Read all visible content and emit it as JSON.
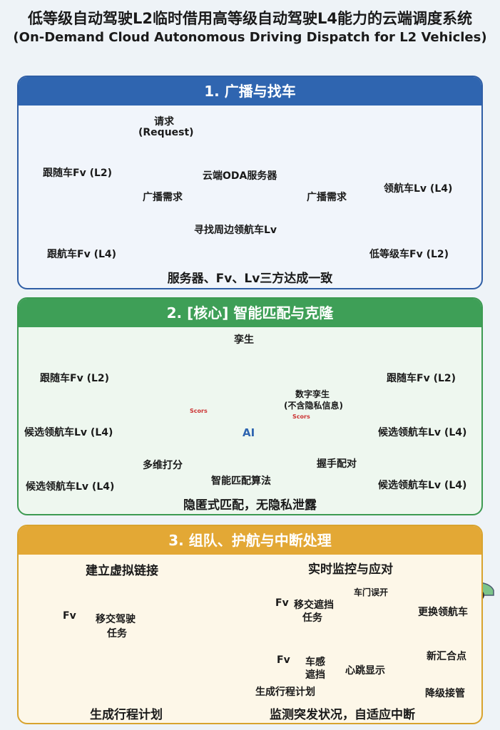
{
  "header": {
    "title": "低等级自动驾驶L2临时借用高等级自动驾驶L4能力的云端调度系统",
    "subtitle": "(On-Demand Cloud Autonomous Driving Dispatch for L2 Vehicles)"
  },
  "section1": {
    "heading": "1. 广播与找车",
    "follower_l2": "跟随车Fv (L2)",
    "request": "请求",
    "request_en": "(Request)",
    "server": "云端ODA服务器",
    "leader_l4": "领航车Lv (L4)",
    "broadcast_left": "广播需求",
    "broadcast_right": "广播需求",
    "find_nearby": "寻找周边领航车Lv",
    "follower_l4": "跟航车Fv (L4)",
    "low_level": "低等级车Fv (L2)",
    "agreement": "服务器、Fv、Lv三方达成一致"
  },
  "section2": {
    "heading": "2. [核心] 智能匹配与克隆",
    "left_items": [
      "跟随车Fv (L2)",
      "候选领航车Lv (L4)",
      "候选领航车Lv (L4)"
    ],
    "right_items": [
      "跟随车Fv (L2)",
      "候选领航车Lv (L4)",
      "候选领航车Lv (L4)"
    ],
    "twin": "孪生",
    "digital_twin": "数字孪生",
    "digital_twin_note": "(不含隐私信息)",
    "multi_score": "多维打分",
    "ai": "AI",
    "algorithm": "智能匹配算法",
    "handshake": "握手配对",
    "score_tag": "Scors",
    "footer": "隐匿式匹配，无隐私泄露"
  },
  "section3": {
    "heading": "3. 组队、护航与中断处理",
    "virtual_link": "建立虚拟链接",
    "fv": "Fv",
    "handover_line1": "移交驾驶",
    "handover_line2": "任务",
    "plan_left": "生成行程计划",
    "realtime": "实时监控与应对",
    "door": "车门误开",
    "fv2": "Fv",
    "transfer_line1": "移交遮挡",
    "transfer_line2": "任务",
    "fv3": "Fv",
    "sensor_line1": "车感",
    "sensor_line2": "遮挡",
    "heartbeat": "心跳显示",
    "plan_right": "生成行程计划",
    "switch_leader": "更换领航车",
    "new_meet": "新汇合点",
    "downgrade": "降级接管",
    "monitor": "监测突发状况，自适应中断"
  },
  "colors": {
    "blue": "#2f65b0",
    "green": "#3e9f57",
    "gold": "#e3a835",
    "car_blue": "#b9cde6",
    "car_green": "#7cc48a",
    "car_yellow": "#e8c64a"
  }
}
